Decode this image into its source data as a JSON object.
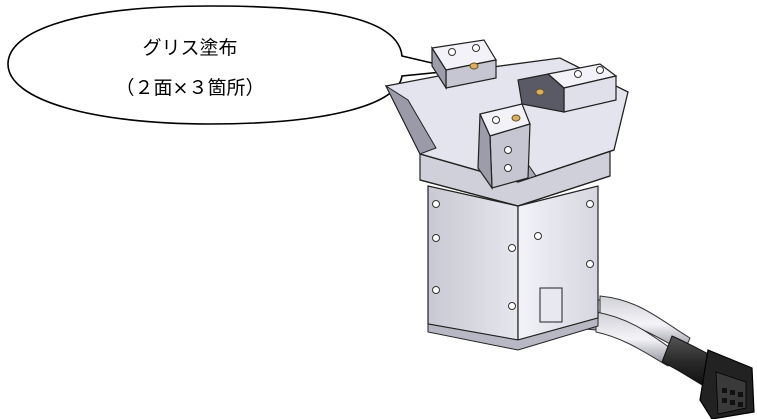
{
  "callout": {
    "line1": "グリス塗布",
    "line2": "（２面×３箇所）"
  },
  "colors": {
    "metal_light": "#e4e4ee",
    "metal_mid": "#c4c4d0",
    "metal_dark": "#8c8c98",
    "outline": "#1a1a1a",
    "cable": "#2a2a2a",
    "screw": "#d8b060"
  },
  "parts": [
    "three-jaw-gripper",
    "jaw",
    "gripper-body",
    "connector-cable",
    "grease-callout-balloon"
  ]
}
